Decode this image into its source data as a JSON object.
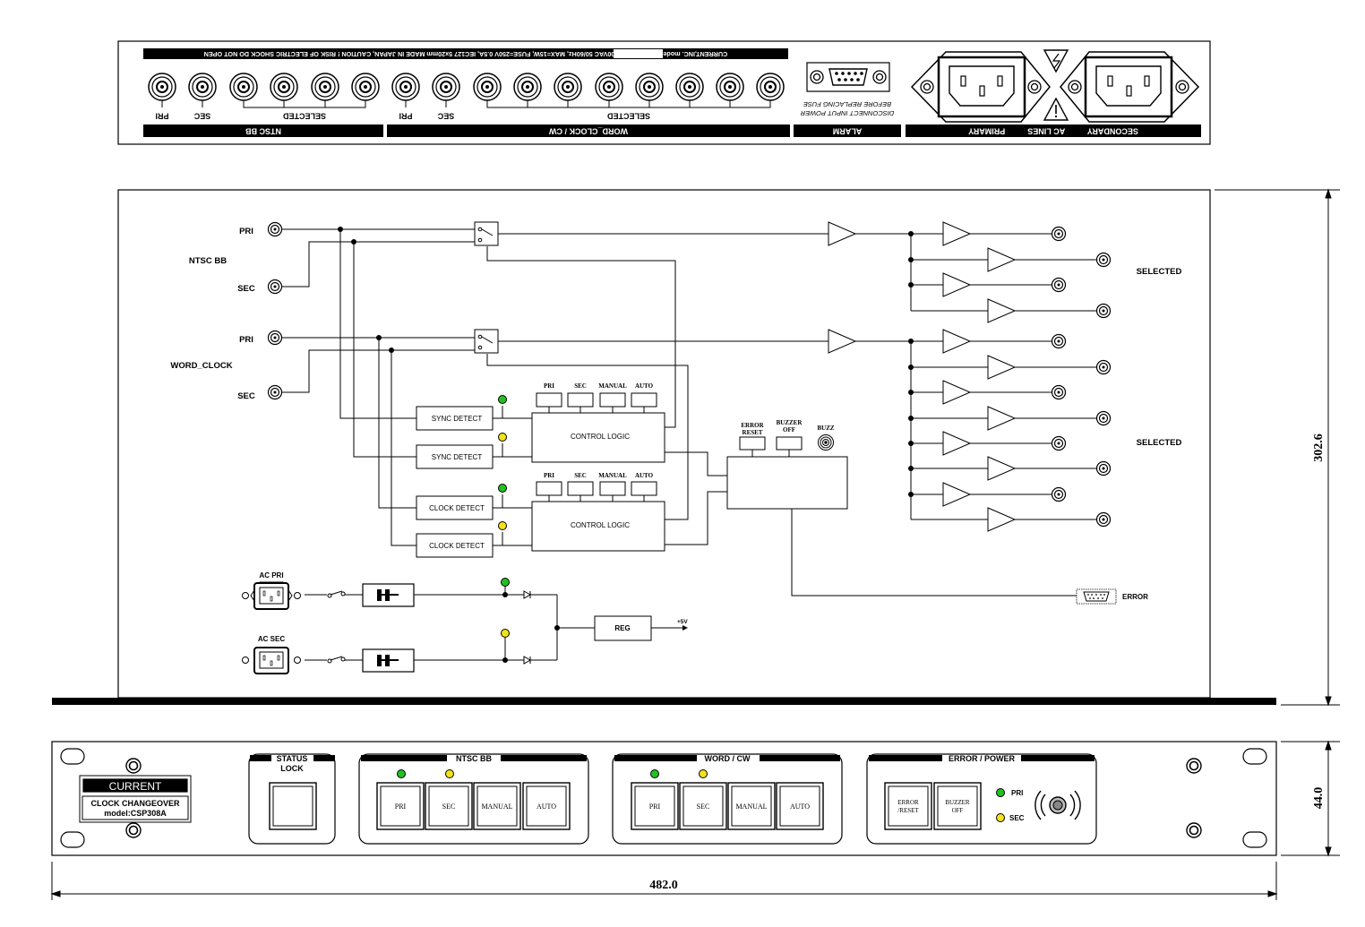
{
  "rear_panel": {
    "top_notice": "CURRENT,INC.  model:CSP308A SN              100VAC 50/60Hz, MAX=15W, FUSE=250V 0.5A, IEC127 5x20mm MADE IN JAPAN, CAUTION ! RISK OF ELECTRIC SHOCK DO NOT OPEN",
    "sections": [
      {
        "label": "NTSC BB"
      },
      {
        "label": "WORD_CLOCK / CW"
      },
      {
        "label": "ALARM"
      },
      {
        "label": "SECONDARY          AC LINES          PRIMARY"
      }
    ],
    "ntsc_labels": {
      "pri": "PRI",
      "sec": "SEC",
      "selected": "SELECTED"
    },
    "wc_labels": {
      "pri": "PRI",
      "sec": "SEC",
      "selected": "SELECTED"
    },
    "alarm_note": [
      "DISCONNECT INPUT POWER",
      "BEFORE REPLACING FUSE"
    ]
  },
  "block_diagram": {
    "ntsc_group_label": "NTSC BB",
    "wc_group_label": "WORD_CLOCK",
    "inputs": {
      "ntsc_pri": "PRI",
      "ntsc_sec": "SEC",
      "wc_pri": "PRI",
      "wc_sec": "SEC"
    },
    "selected_labels": [
      "SELECTED",
      "SELECTED"
    ],
    "sync_detect": [
      "SYNC DETECT",
      "SYNC DETECT"
    ],
    "clock_detect": [
      "CLOCK DETECT",
      "CLOCK DETECT"
    ],
    "control_logic": [
      "CONTROL LOGIC",
      "CONTROL LOGIC"
    ],
    "switch_keys": [
      "PRI",
      "SEC",
      "MANUAL",
      "AUTO"
    ],
    "error_reset": [
      "ERROR",
      "RESET"
    ],
    "buzzer_off": [
      "BUZZER",
      "OFF"
    ],
    "buzz": "BUZZ",
    "error_out": "ERROR",
    "ac_pri": "AC PRI",
    "ac_sec": "AC SEC",
    "reg": "REG",
    "reg_out": "+5V"
  },
  "front_panel": {
    "brand": "CURRENT",
    "product_name": "CLOCK CHANGEOVER",
    "model": "model:CSP308A",
    "status_lock": [
      "STATUS",
      "LOCK"
    ],
    "ntsc_section": "NTSC BB",
    "wc_section": "WORD / CW",
    "error_power_section": "ERROR / POWER",
    "keys": [
      "PRI",
      "SEC",
      "MANUAL",
      "AUTO"
    ],
    "error_reset_key": [
      "ERROR",
      "/RESET"
    ],
    "buzzer_off_key": [
      "BUZZER",
      "OFF"
    ],
    "pri_led": "PRI",
    "sec_led": "SEC"
  },
  "dimensions": {
    "width": "482.0",
    "height_front": "44.0",
    "depth": "302.6"
  },
  "colors": {
    "led_green": "#22c122",
    "led_yellow": "#f2e21a",
    "ink": "#000000"
  }
}
